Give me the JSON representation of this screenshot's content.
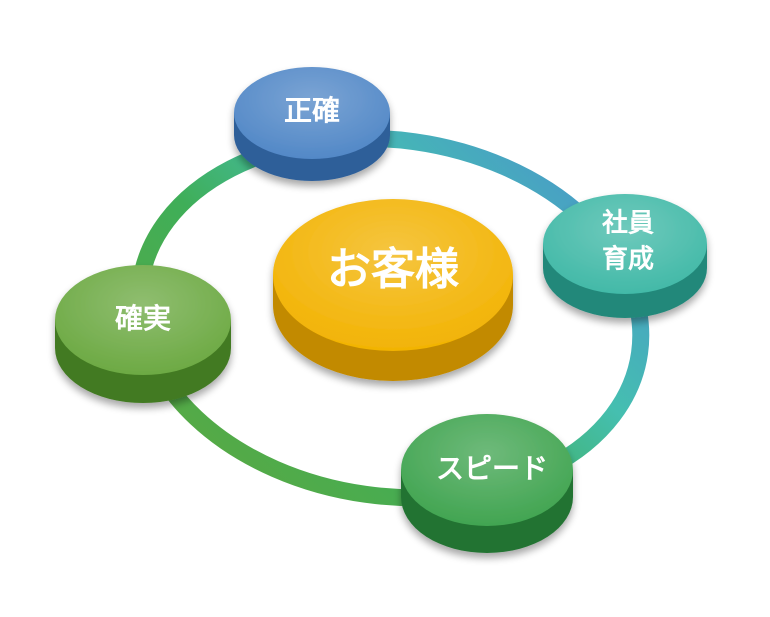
{
  "center": {
    "label": "お客様",
    "color": "#f2b200"
  },
  "nodes": [
    {
      "id": "top",
      "label_lines": [
        "正確"
      ],
      "color": "#4f86c6"
    },
    {
      "id": "right",
      "label_lines": [
        "社員",
        "育成"
      ],
      "color": "#3fb8a6"
    },
    {
      "id": "bottom",
      "label_lines": [
        "スピード"
      ],
      "color": "#3ea34e"
    },
    {
      "id": "left",
      "label_lines": [
        "確実"
      ],
      "color": "#6aa840"
    }
  ]
}
